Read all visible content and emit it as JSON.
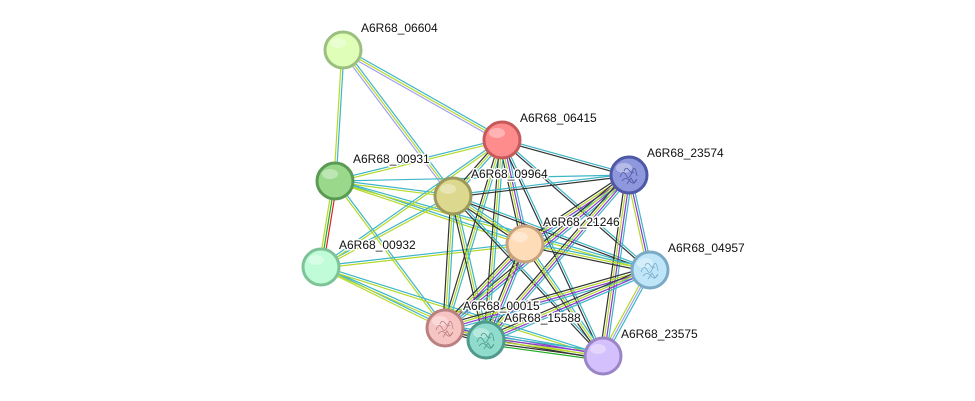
{
  "network": {
    "nodes": [
      {
        "id": "A6R68_06604",
        "label": "A6R68_06604",
        "fill": "#dfffb8",
        "stroke": "#9bbf7e",
        "has_structure": false
      },
      {
        "id": "A6R68_06415",
        "label": "A6R68_06415",
        "fill": "#ff8c8c",
        "stroke": "#c45a5a",
        "has_structure": false
      },
      {
        "id": "A6R68_00931",
        "label": "A6R68_00931",
        "fill": "#9ad98c",
        "stroke": "#5a9a52",
        "has_structure": false
      },
      {
        "id": "A6R68_09964",
        "label": "A6R68_09964",
        "fill": "#dcd88e",
        "stroke": "#9d995a",
        "has_structure": false
      },
      {
        "id": "A6R68_23574",
        "label": "A6R68_23574",
        "fill": "#8f98dc",
        "stroke": "#4e58a6",
        "has_structure": true
      },
      {
        "id": "A6R68_21246",
        "label": "A6R68_21246",
        "fill": "#fedcb8",
        "stroke": "#c7a27c",
        "has_structure": false
      },
      {
        "id": "A6R68_00932",
        "label": "A6R68_00932",
        "fill": "#c0fcd8",
        "stroke": "#7cc497",
        "has_structure": false
      },
      {
        "id": "A6R68_04957",
        "label": "A6R68_04957",
        "fill": "#bfe6f8",
        "stroke": "#7aaac6",
        "has_structure": true
      },
      {
        "id": "A6R68_00015",
        "label": "A6R68_00015",
        "fill": "#f7c4c4",
        "stroke": "#bb8080",
        "has_structure": true
      },
      {
        "id": "A6R68_15588",
        "label": "A6R68_15588",
        "fill": "#8fdccc",
        "stroke": "#4f9a8a",
        "has_structure": true
      },
      {
        "id": "A6R68_23575",
        "label": "A6R68_23575",
        "fill": "#d4c0fc",
        "stroke": "#9a86c6",
        "has_structure": false
      }
    ],
    "evidence_colors": {
      "database": "#3db6c7",
      "experiments": "#8a3acc",
      "textmining": "#b5d929",
      "coexpression": "#333333",
      "neighborhood": "#22aa22",
      "fusion": "#dd2222",
      "cooccurrence": "#3333cc",
      "homology": "#a0a0f0"
    },
    "edges": [
      {
        "source": "A6R68_06604",
        "target": "A6R68_06415",
        "evidence": [
          "database",
          "textmining",
          "homology"
        ]
      },
      {
        "source": "A6R68_06604",
        "target": "A6R68_00931",
        "evidence": [
          "database",
          "textmining"
        ]
      },
      {
        "source": "A6R68_06604",
        "target": "A6R68_09964",
        "evidence": [
          "database",
          "textmining",
          "homology"
        ]
      },
      {
        "source": "A6R68_00931",
        "target": "A6R68_00932",
        "evidence": [
          "fusion",
          "neighborhood",
          "textmining"
        ]
      },
      {
        "source": "A6R68_00931",
        "target": "A6R68_06415",
        "evidence": [
          "database",
          "textmining"
        ]
      },
      {
        "source": "A6R68_00931",
        "target": "A6R68_09964",
        "evidence": [
          "database",
          "textmining"
        ]
      },
      {
        "source": "A6R68_00931",
        "target": "A6R68_21246",
        "evidence": [
          "database",
          "textmining"
        ]
      },
      {
        "source": "A6R68_00931",
        "target": "A6R68_00015",
        "evidence": [
          "database",
          "textmining"
        ]
      },
      {
        "source": "A6R68_00931",
        "target": "A6R68_04957",
        "evidence": [
          "database",
          "textmining"
        ]
      },
      {
        "source": "A6R68_00931",
        "target": "A6R68_23574",
        "evidence": [
          "database"
        ]
      },
      {
        "source": "A6R68_00932",
        "target": "A6R68_09964",
        "evidence": [
          "database",
          "textmining"
        ]
      },
      {
        "source": "A6R68_00932",
        "target": "A6R68_06415",
        "evidence": [
          "database",
          "textmining"
        ]
      },
      {
        "source": "A6R68_00932",
        "target": "A6R68_21246",
        "evidence": [
          "database",
          "textmining"
        ]
      },
      {
        "source": "A6R68_00932",
        "target": "A6R68_00015",
        "evidence": [
          "database",
          "textmining"
        ]
      },
      {
        "source": "A6R68_00932",
        "target": "A6R68_15588",
        "evidence": [
          "database",
          "textmining"
        ]
      },
      {
        "source": "A6R68_00932",
        "target": "A6R68_23575",
        "evidence": [
          "database",
          "textmining"
        ]
      },
      {
        "source": "A6R68_06415",
        "target": "A6R68_09964",
        "evidence": [
          "database",
          "textmining",
          "coexpression"
        ]
      },
      {
        "source": "A6R68_06415",
        "target": "A6R68_23574",
        "evidence": [
          "database",
          "coexpression"
        ]
      },
      {
        "source": "A6R68_06415",
        "target": "A6R68_21246",
        "evidence": [
          "database",
          "experiments",
          "textmining",
          "coexpression"
        ]
      },
      {
        "source": "A6R68_06415",
        "target": "A6R68_04957",
        "evidence": [
          "database",
          "coexpression"
        ]
      },
      {
        "source": "A6R68_06415",
        "target": "A6R68_00015",
        "evidence": [
          "database",
          "textmining",
          "coexpression"
        ]
      },
      {
        "source": "A6R68_06415",
        "target": "A6R68_15588",
        "evidence": [
          "database",
          "textmining",
          "coexpression"
        ]
      },
      {
        "source": "A6R68_06415",
        "target": "A6R68_23575",
        "evidence": [
          "database",
          "coexpression"
        ]
      },
      {
        "source": "A6R68_09964",
        "target": "A6R68_23574",
        "evidence": [
          "database",
          "coexpression"
        ]
      },
      {
        "source": "A6R68_09964",
        "target": "A6R68_21246",
        "evidence": [
          "database",
          "textmining",
          "coexpression"
        ]
      },
      {
        "source": "A6R68_09964",
        "target": "A6R68_04957",
        "evidence": [
          "database",
          "coexpression"
        ]
      },
      {
        "source": "A6R68_09964",
        "target": "A6R68_00015",
        "evidence": [
          "database",
          "textmining",
          "coexpression"
        ]
      },
      {
        "source": "A6R68_09964",
        "target": "A6R68_15588",
        "evidence": [
          "database",
          "textmining",
          "coexpression"
        ]
      },
      {
        "source": "A6R68_09964",
        "target": "A6R68_23575",
        "evidence": [
          "database",
          "coexpression"
        ]
      },
      {
        "source": "A6R68_23574",
        "target": "A6R68_21246",
        "evidence": [
          "database",
          "experiments",
          "textmining",
          "coexpression"
        ]
      },
      {
        "source": "A6R68_23574",
        "target": "A6R68_04957",
        "evidence": [
          "database",
          "experiments",
          "textmining"
        ]
      },
      {
        "source": "A6R68_23574",
        "target": "A6R68_00015",
        "evidence": [
          "database",
          "experiments",
          "textmining",
          "coexpression"
        ]
      },
      {
        "source": "A6R68_23574",
        "target": "A6R68_15588",
        "evidence": [
          "database",
          "experiments",
          "textmining",
          "coexpression"
        ]
      },
      {
        "source": "A6R68_23574",
        "target": "A6R68_23575",
        "evidence": [
          "database",
          "experiments",
          "textmining",
          "coexpression"
        ]
      },
      {
        "source": "A6R68_21246",
        "target": "A6R68_04957",
        "evidence": [
          "database",
          "textmining",
          "coexpression"
        ]
      },
      {
        "source": "A6R68_21246",
        "target": "A6R68_00015",
        "evidence": [
          "database",
          "experiments",
          "textmining",
          "coexpression"
        ]
      },
      {
        "source": "A6R68_21246",
        "target": "A6R68_15588",
        "evidence": [
          "database",
          "experiments",
          "textmining",
          "coexpression"
        ]
      },
      {
        "source": "A6R68_21246",
        "target": "A6R68_23575",
        "evidence": [
          "database",
          "textmining",
          "coexpression"
        ]
      },
      {
        "source": "A6R68_04957",
        "target": "A6R68_00015",
        "evidence": [
          "database",
          "experiments",
          "textmining",
          "coexpression"
        ]
      },
      {
        "source": "A6R68_04957",
        "target": "A6R68_15588",
        "evidence": [
          "database",
          "experiments",
          "textmining",
          "coexpression"
        ]
      },
      {
        "source": "A6R68_04957",
        "target": "A6R68_23575",
        "evidence": [
          "database",
          "homology",
          "textmining"
        ]
      },
      {
        "source": "A6R68_00015",
        "target": "A6R68_15588",
        "evidence": [
          "database",
          "experiments",
          "textmining",
          "coexpression"
        ]
      },
      {
        "source": "A6R68_00015",
        "target": "A6R68_23575",
        "evidence": [
          "database",
          "experiments",
          "textmining",
          "coexpression"
        ]
      },
      {
        "source": "A6R68_15588",
        "target": "A6R68_23575",
        "evidence": [
          "database",
          "experiments",
          "textmining",
          "coexpression",
          "neighborhood"
        ]
      }
    ]
  }
}
